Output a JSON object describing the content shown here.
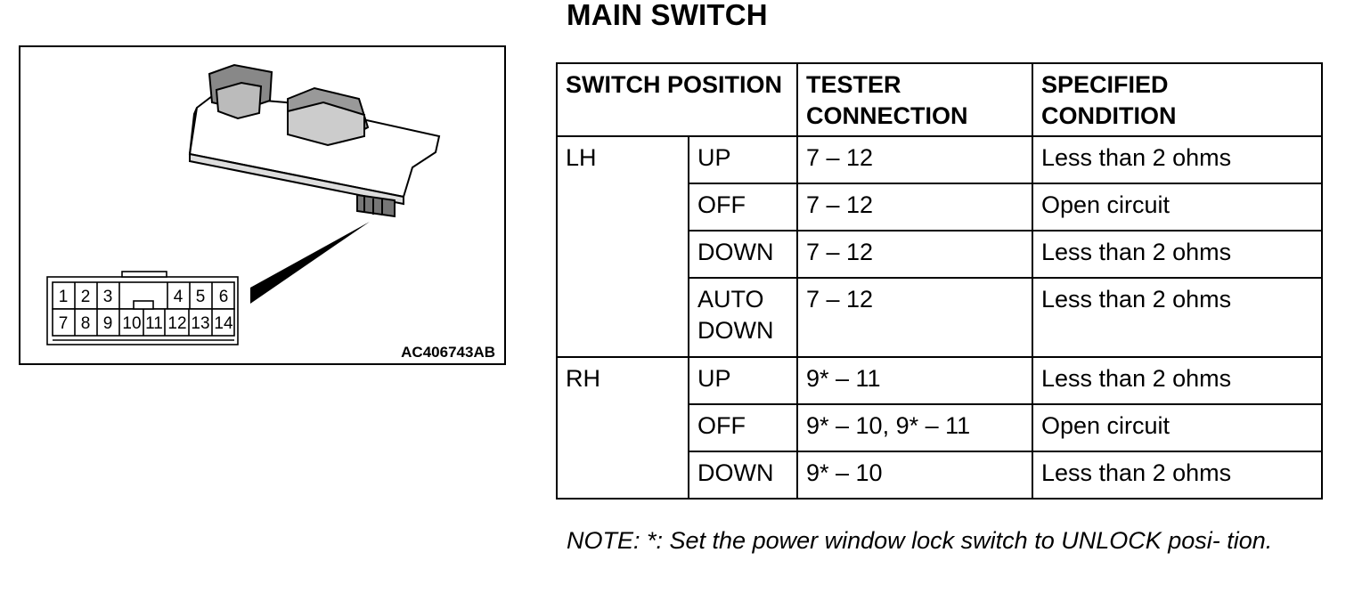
{
  "title": "MAIN SWITCH",
  "figure": {
    "code": "AC406743AB",
    "connector_pins_top": [
      "1",
      "2",
      "3",
      "",
      "4",
      "5",
      "6"
    ],
    "connector_pins_bottom": [
      "7",
      "8",
      "9",
      "10",
      "11",
      "12",
      "13",
      "14"
    ]
  },
  "table": {
    "headers": {
      "switch_position": "SWITCH POSITION",
      "tester_connection_1": "TESTER",
      "tester_connection_2": "CONNECTION",
      "specified_condition_1": "SPECIFIED",
      "specified_condition_2": "CONDITION"
    },
    "groups": [
      {
        "side": "LH",
        "rows": [
          {
            "position": "UP",
            "tester": "7 – 12",
            "condition": "Less than 2 ohms"
          },
          {
            "position": "OFF",
            "tester": "7 – 12",
            "condition": "Open circuit"
          },
          {
            "position": "DOWN",
            "tester": "7 – 12",
            "condition": "Less than 2 ohms"
          },
          {
            "position_1": "AUTO",
            "position_2": "DOWN",
            "tester": "7 – 12",
            "condition": "Less than 2 ohms"
          }
        ]
      },
      {
        "side": "RH",
        "rows": [
          {
            "position": "UP",
            "tester": "9* – 11",
            "condition": "Less than 2 ohms"
          },
          {
            "position": "OFF",
            "tester": "9* – 10, 9* – 11",
            "condition": "Open circuit"
          },
          {
            "position": "DOWN",
            "tester": "9* – 10",
            "condition": "Less than 2 ohms"
          }
        ]
      }
    ]
  },
  "note": "NOTE: *: Set the power window lock switch to UNLOCK posi- tion."
}
